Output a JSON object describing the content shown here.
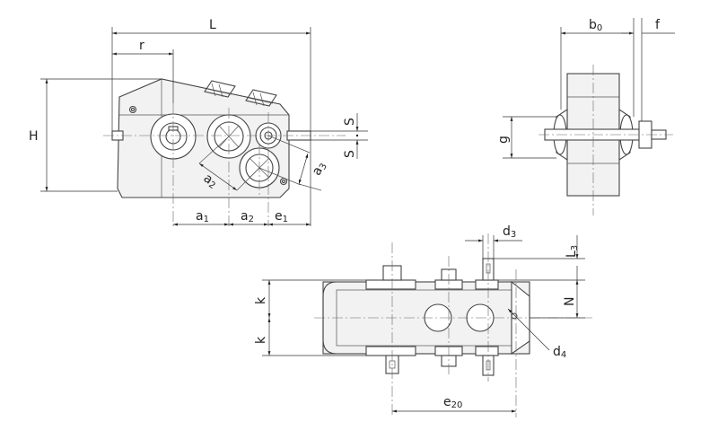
{
  "labels": {
    "L": "L",
    "r": "r",
    "H": "H",
    "S_top": "S",
    "S_bottom": "S",
    "a1": {
      "main": "a",
      "sub": "1"
    },
    "a2": {
      "main": "a",
      "sub": "2"
    },
    "e1": {
      "main": "e",
      "sub": "1"
    },
    "a2_diag": {
      "main": "a",
      "sub": "2"
    },
    "a3_diag": {
      "main": "a",
      "sub": "3"
    },
    "b0": {
      "main": "b",
      "sub": "0"
    },
    "f": "f",
    "g": "g",
    "d3": {
      "main": "d",
      "sub": "3"
    },
    "L3": {
      "main": "L",
      "sub": "3"
    },
    "k_top": "k",
    "k_bottom": "k",
    "N": "N",
    "d4": {
      "main": "d",
      "sub": "4"
    },
    "e20": {
      "main": "e",
      "sub": "20"
    }
  },
  "colors": {
    "line": "#444444",
    "fill": "#f2f2f2",
    "background": "#ffffff"
  }
}
